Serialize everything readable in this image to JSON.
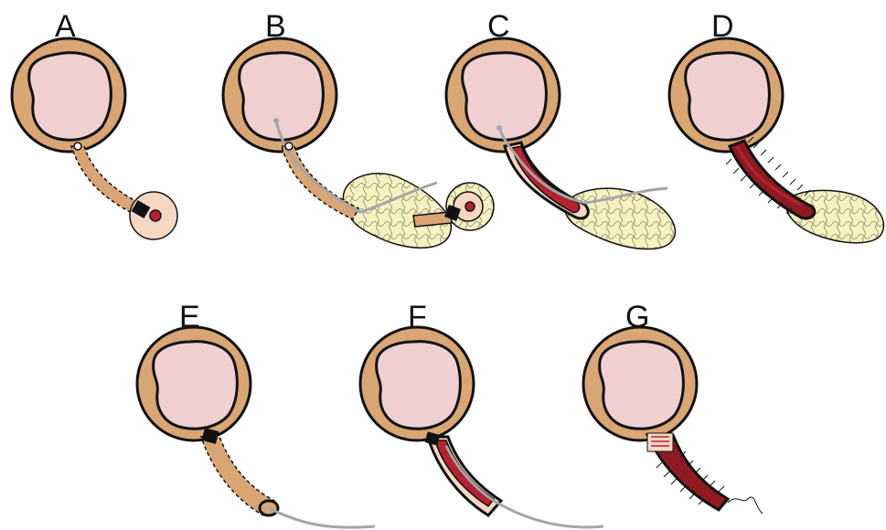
{
  "figure": {
    "panels": [
      {
        "id": "A",
        "label": "A"
      },
      {
        "id": "B",
        "label": "B"
      },
      {
        "id": "C",
        "label": "C"
      },
      {
        "id": "D",
        "label": "D"
      },
      {
        "id": "E",
        "label": "E"
      },
      {
        "id": "F",
        "label": "F"
      },
      {
        "id": "G",
        "label": "G"
      }
    ],
    "colors": {
      "outer_wall": "#D9A574",
      "inner_lumen": "#EFCFCF",
      "conduit": "#D9A574",
      "mesh": "#F7F1C2",
      "vessel_dark": "#8E1A22",
      "vessel_mid": "#B32430",
      "graft_tissue": "#F6D7C4",
      "wire": "#A5A5A5",
      "outline": "#111111"
    },
    "icons": [
      "suture-marks",
      "guide-wire",
      "mesh-patch",
      "clamp",
      "vessel-end"
    ]
  }
}
